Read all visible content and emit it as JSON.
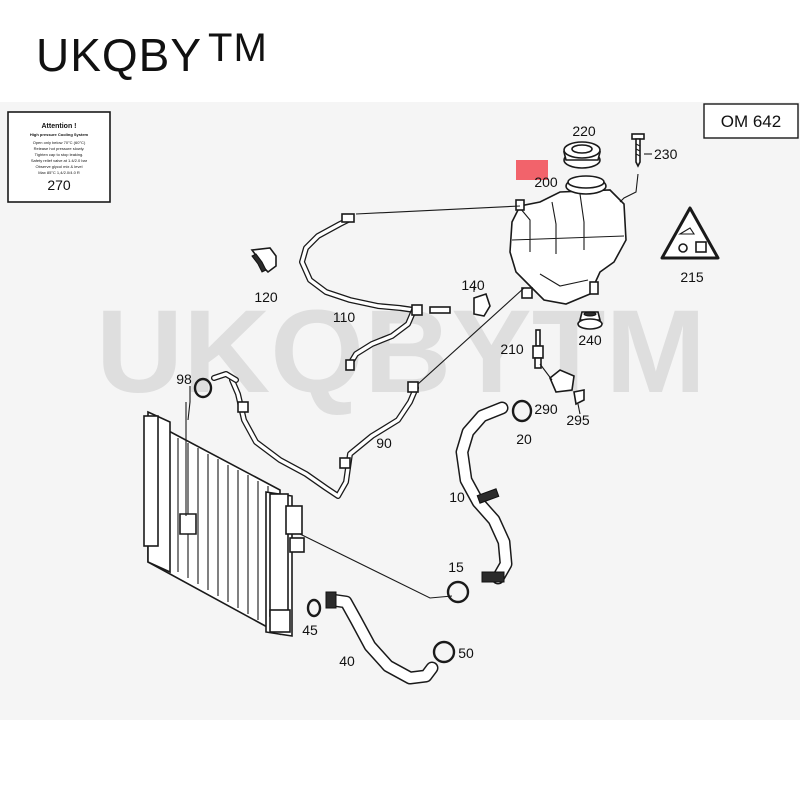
{
  "brand": {
    "name": "UKQBY",
    "trademark": "TM"
  },
  "watermark": "UKQBYTM",
  "engine_code": "OM 642",
  "warning_label": {
    "heading": "Attention !",
    "subheading": "High pressure Cooling System",
    "lines": [
      "Open only below 70°C (60°C)",
      "Release hot pressure slowly.",
      "Tighten cap to stop leaking.",
      "Safety relief valve at 1.4/2.0 bar",
      "Observe glycol mix & level",
      "Max 85°C   1,4/2.0/4.0 R"
    ]
  },
  "callouts": {
    "c10": "10",
    "c15": "15",
    "c20": "20",
    "c40": "40",
    "c45": "45",
    "c50": "50",
    "c90": "90",
    "c98": "98",
    "c110": "110",
    "c120": "120",
    "c140": "140",
    "c200": "200",
    "c210": "210",
    "c215": "215",
    "c220": "220",
    "c230": "230",
    "c240": "240",
    "c270": "270",
    "c290": "290",
    "c295": "295"
  },
  "colors": {
    "highlight": "#f2636b",
    "line": "#1a1a1a",
    "panel": "#f5f5f5"
  }
}
